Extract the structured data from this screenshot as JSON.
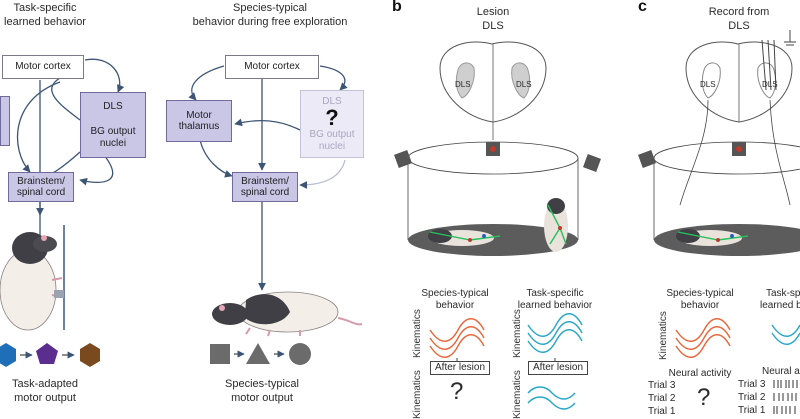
{
  "panel_a": {
    "title1_line1": "Task-specific",
    "title1_line2": "learned behavior",
    "title2_line1": "Species-typical",
    "title2_line2": "behavior during free exploration",
    "left": {
      "motor_cortex": "Motor cortex",
      "dls": "DLS",
      "bg_output_line1": "BG output",
      "bg_output_line2": "nuclei",
      "brainstem_line1": "Brainstem/",
      "brainstem_line2": "spinal cord",
      "output_line1": "Task-adapted",
      "output_line2": "motor output"
    },
    "right": {
      "motor_cortex": "Motor cortex",
      "motor_thalamus_line1": "Motor",
      "motor_thalamus_line2": "thalamus",
      "dls": "DLS",
      "question": "?",
      "bg_output_line1": "BG output",
      "bg_output_line2": "nuclei",
      "brainstem_line1": "Brainstem/",
      "brainstem_line2": "spinal cord",
      "output_line1": "Species-typical",
      "output_line2": "motor output"
    }
  },
  "panel_b": {
    "letter": "b",
    "title_line1": "Lesion",
    "title_line2": "DLS",
    "dls_left": "DLS",
    "dls_right": "DLS",
    "species_line1": "Species-typical",
    "species_line2": "behavior",
    "task_line1": "Task-specific",
    "task_line2": "learned behavior",
    "kinematics_top": "Kinematics",
    "kinematics_bottom": "Kinematics",
    "kinematics_right": "Kinematics",
    "kinematics_right_bottom": "Kinematics",
    "after_lesion_left": "After lesion",
    "after_lesion_right": "After lesion",
    "question": "?"
  },
  "panel_c": {
    "letter": "c",
    "title_line1": "Record from",
    "title_line2": "DLS",
    "dls_left": "DLS",
    "dls_right": "DLS",
    "species_line1": "Species-typical",
    "species_line2": "behavior",
    "task_line1": "Task-spe",
    "task_line2": "learned b",
    "kinematics": "Kinematics",
    "neural_activity": "Neural activity",
    "neural_right": "Neural ac",
    "trial3": "Trial 3",
    "trial2": "Trial 2",
    "trial1": "Trial 1",
    "trial3r": "Trial 3",
    "trial2r": "Trial 2",
    "trial1r": "Trial 1",
    "question": "?"
  },
  "colors": {
    "box_fill": "#c9c6e6",
    "box_border": "#6e6a9a",
    "arrow": "#3d5575",
    "orange": "#e8663a",
    "cyan": "#27a7c9",
    "blue_shape": "#1f6fb8",
    "purple_shape": "#5b2d8e",
    "brown_shape": "#7a4a1e",
    "gray_shape": "#6b6b6b",
    "arena_floor": "#5c5c5c"
  }
}
